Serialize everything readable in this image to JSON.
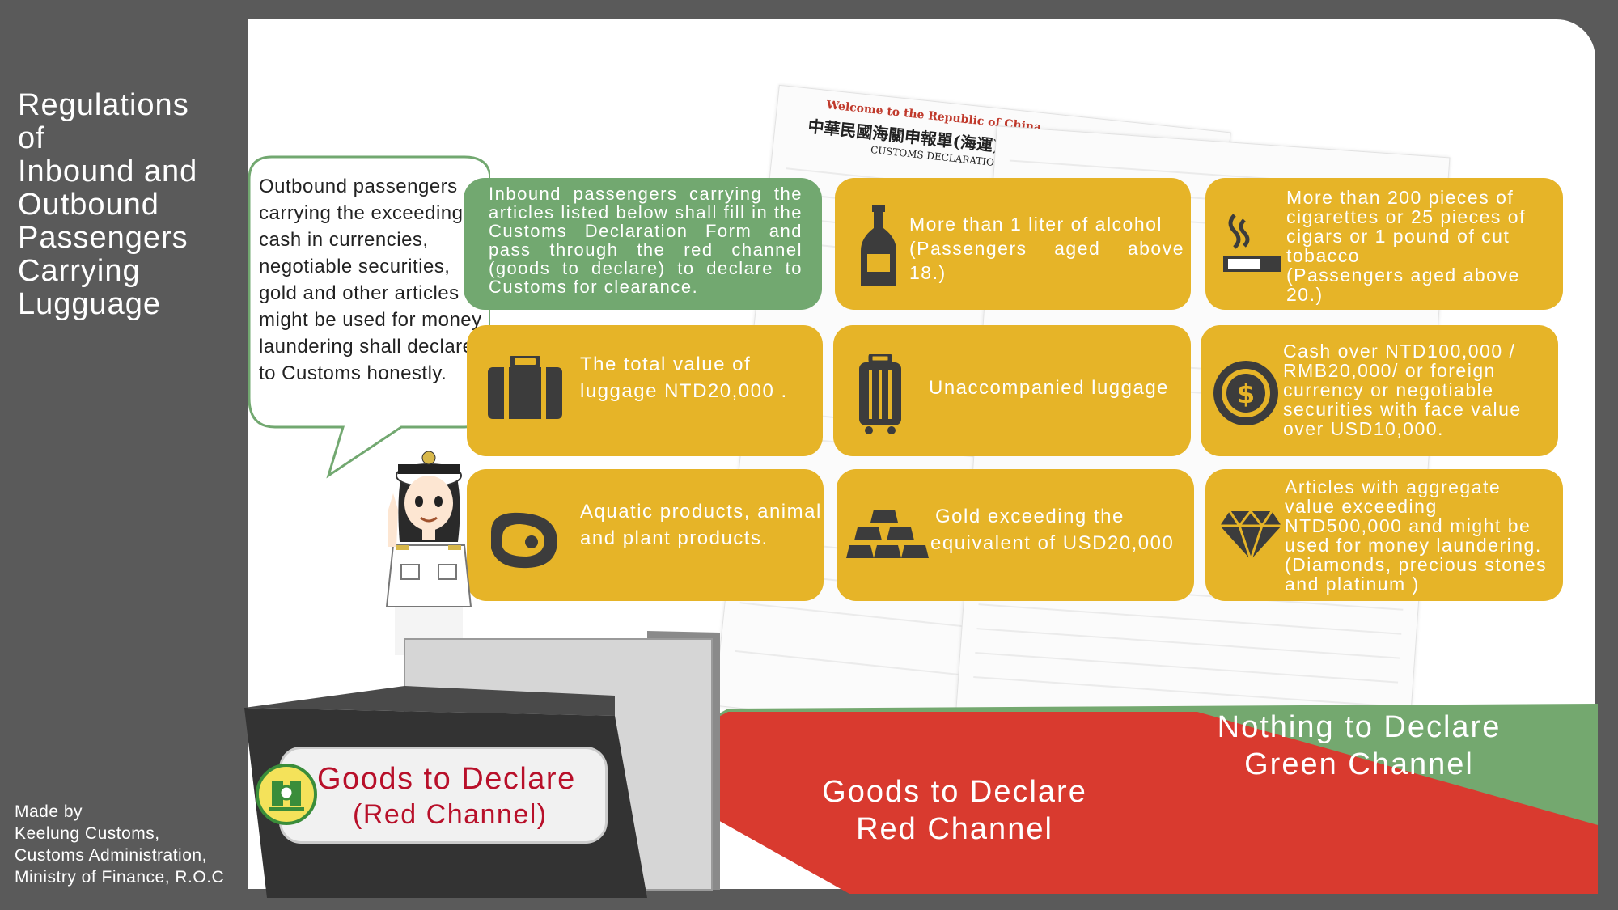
{
  "sidebar": {
    "title_lines": [
      "Regulations",
      "of",
      "Inbound  and",
      "Outbound",
      "Passengers",
      "Carrying",
      "Lugguage"
    ],
    "credit_lines": [
      "Made by",
      "Keelung Customs,",
      "Customs Administration,",
      "Ministry of Finance, R.O.C"
    ]
  },
  "form_document": {
    "heading_en": "Welcome to the Republic of China",
    "heading_zh": "中華民國海關申報單(海運)",
    "subheading": "CUSTOMS DECLARATION"
  },
  "speech_bubble": {
    "text": "Outbound passengers carrying the exceeding cash in currencies, negotiable securities, gold and other articles might be used for money laundering  shall declare to Customs honestly."
  },
  "inbound_note": {
    "text": "Inbound passengers carrying the articles listed below shall fill in the Customs Declaration Form and pass through the red channel (goods to declare) to declare to Customs for clearance."
  },
  "cards": [
    {
      "id": "alcohol",
      "icon": "bottle-icon",
      "lines": [
        "More than 1 liter of alcohol",
        "(Passengers aged  above 18.)"
      ]
    },
    {
      "id": "tobacco",
      "icon": "cigarette-icon",
      "lines": [
        "More than 200 pieces of",
        "cigarettes or 25 pieces of",
        "cigars or 1 pound of  cut",
        "tobacco",
        "(Passengers  aged  above",
        "20.)"
      ]
    },
    {
      "id": "luggage",
      "icon": "briefcase-icon",
      "lines": [
        "The  total  value  of",
        "luggage NTD20,000 ."
      ]
    },
    {
      "id": "unaccompanied",
      "icon": "suitcase-icon",
      "lines": [
        "Unaccompanied luggage"
      ]
    },
    {
      "id": "cash",
      "icon": "dollar-coin-icon",
      "lines": [
        "Cash over  NTD100,000 /",
        "RMB20,000/  or  foreign",
        "currency  or  negotiable",
        "securities with face value",
        "over USD10,000."
      ]
    },
    {
      "id": "aquatic",
      "icon": "meat-icon",
      "lines": [
        "Aquatic products, animal",
        "and plant products."
      ]
    },
    {
      "id": "gold",
      "icon": "gold-bars-icon",
      "lines": [
        "Gold exceeding the",
        "equivalent of USD20,000"
      ]
    },
    {
      "id": "diamonds",
      "icon": "diamond-icon",
      "lines": [
        " Articles with aggregate",
        "value exceeding",
        "NTD500,000 and might be",
        "used for money laundering.",
        "(Diamonds, precious stones",
        "and platinum )"
      ]
    }
  ],
  "channels": {
    "green_lines": [
      "Nothing to  Declare",
      "Green Channel"
    ],
    "red_lines": [
      "Goods to Declare",
      "Red Channel"
    ],
    "counter_label_line1": "Goods to Declare",
    "counter_label_line2": "(Red Channel)"
  },
  "colors": {
    "background": "#5a5a5a",
    "card_yellow": "#e6b428",
    "card_green": "#72a870",
    "green_channel": "#74a86f",
    "red_channel": "#d93a2f",
    "counter_label_red": "#b8102a"
  }
}
